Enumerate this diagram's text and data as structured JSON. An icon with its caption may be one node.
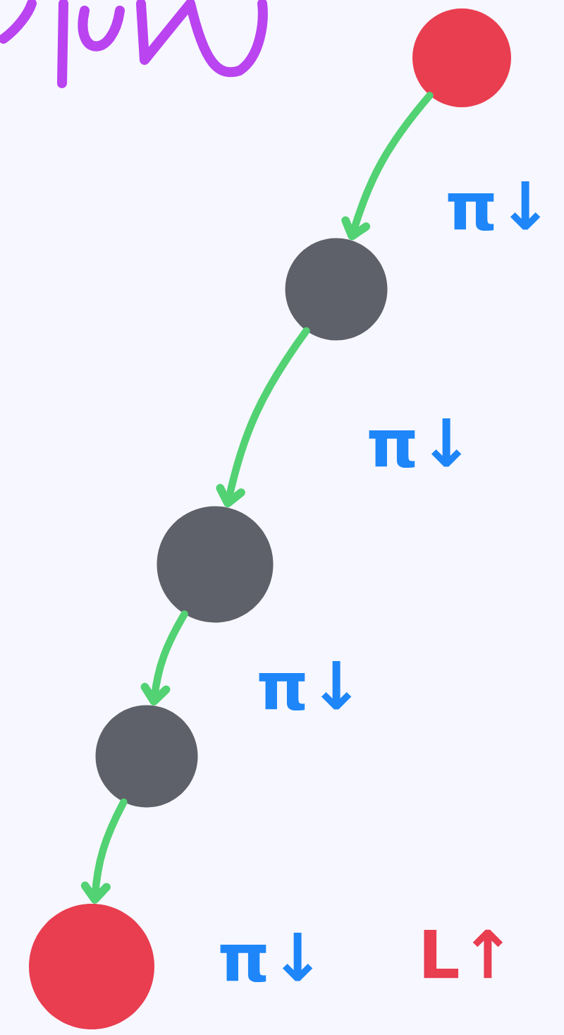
{
  "diagram": {
    "nodes": [
      {
        "text": [],
        "shape": "circle"
      },
      {
        "text": [],
        "shape": "circle"
      },
      {
        "text": [],
        "shape": "circle"
      },
      {
        "text": [],
        "shape": "circle"
      },
      {
        "text": [],
        "shape": "circle"
      }
    ],
    "edges": [
      {
        "from": 0,
        "to": 1,
        "arrow": "to"
      },
      {
        "from": 1,
        "to": 2,
        "arrow": "to"
      },
      {
        "from": 2,
        "to": 3,
        "arrow": "to"
      },
      {
        "from": 3,
        "to": 4,
        "arrow": "to"
      }
    ],
    "labels": [
      "π↓",
      "π↓",
      "π↓",
      "π↓",
      "L↑"
    ]
  }
}
